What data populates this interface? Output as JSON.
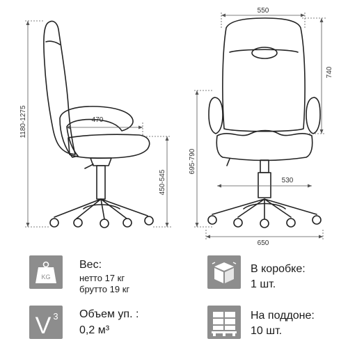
{
  "dimensions": {
    "total_height": "1180-1275",
    "seat_depth": "470",
    "seat_height": "450-545",
    "width": "550",
    "back_height": "740",
    "armrest_height": "695-790",
    "seat_width": "530",
    "base_diameter": "650"
  },
  "weight": {
    "title": "Вес:",
    "net": "нетто 17 кг",
    "gross": "брутто 19 кг",
    "icon_label": "KG"
  },
  "box": {
    "title": "В коробке:",
    "value": "1 шт."
  },
  "volume": {
    "title": "Объем уп. :",
    "value": "0,2 м³",
    "icon_letter": "V",
    "icon_sup": "3"
  },
  "pallet": {
    "title": "На поддоне:",
    "value": "10 шт."
  },
  "colors": {
    "icon_bg": "#8d8d8d",
    "line": "#222222",
    "dim_line": "#555555"
  }
}
